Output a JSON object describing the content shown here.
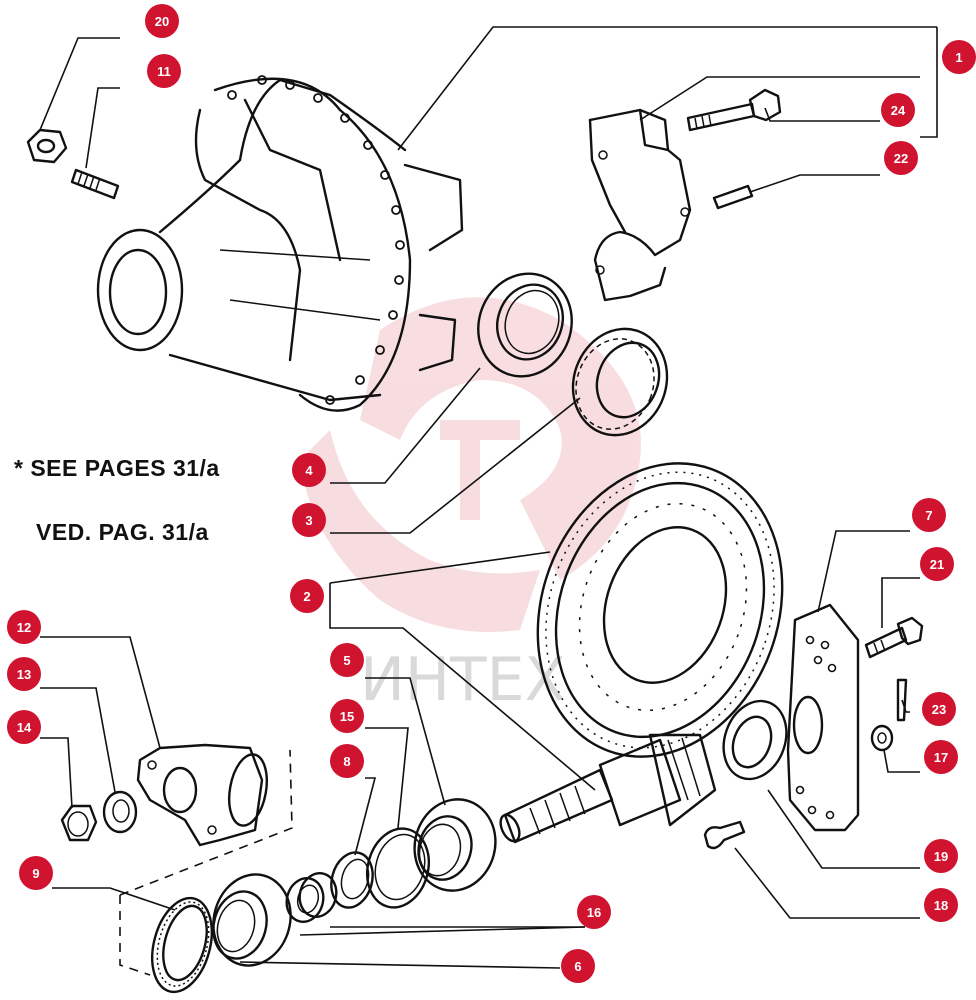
{
  "notes": {
    "english": "* SEE PAGES 31/a",
    "italian": "VED. PAG. 31/a"
  },
  "watermark": {
    "text": "ИНТЕХ",
    "color": "#f4c2c8"
  },
  "callouts": [
    {
      "id": "c1",
      "label": "1"
    },
    {
      "id": "c2",
      "label": "2"
    },
    {
      "id": "c3",
      "label": "3"
    },
    {
      "id": "c4",
      "label": "4"
    },
    {
      "id": "c5",
      "label": "5"
    },
    {
      "id": "c6",
      "label": "6"
    },
    {
      "id": "c7",
      "label": "7"
    },
    {
      "id": "c8",
      "label": "8"
    },
    {
      "id": "c9",
      "label": "9"
    },
    {
      "id": "c11",
      "label": "11"
    },
    {
      "id": "c12",
      "label": "12"
    },
    {
      "id": "c13",
      "label": "13"
    },
    {
      "id": "c14",
      "label": "14"
    },
    {
      "id": "c15",
      "label": "15"
    },
    {
      "id": "c16",
      "label": "16"
    },
    {
      "id": "c17",
      "label": "17"
    },
    {
      "id": "c18",
      "label": "18"
    },
    {
      "id": "c19",
      "label": "19"
    },
    {
      "id": "c20",
      "label": "20"
    },
    {
      "id": "c21",
      "label": "21"
    },
    {
      "id": "c22",
      "label": "22"
    },
    {
      "id": "c23",
      "label": "23"
    },
    {
      "id": "c24",
      "label": "24"
    }
  ],
  "colors": {
    "callout": "#d0132f",
    "line": "#111111"
  }
}
